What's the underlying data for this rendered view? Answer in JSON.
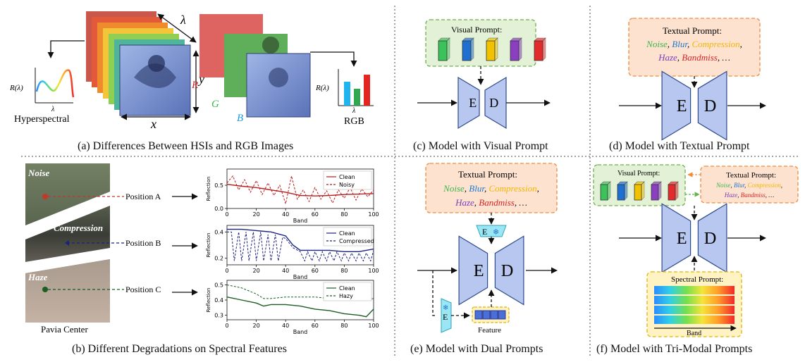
{
  "captions": {
    "a": "(a) Differences Between HSIs and RGB Images",
    "b": "(b) Different Degradations on Spectral Features",
    "c": "(c) Model with Visual Prompt",
    "d": "(d) Model with Textual Prompt",
    "e": "(e) Model with Dual Prompts",
    "f": "(f) Model with Tri-Modal Prompts"
  },
  "panel_a": {
    "lambda": "λ",
    "x": "x",
    "y": "y",
    "R": "R",
    "G": "G",
    "B": "B",
    "r_lambda": "R(λ)",
    "hyperspectral": "Hyperspectral",
    "rgb": "RGB"
  },
  "panel_b": {
    "image_caption": "Pavia Center",
    "regions": [
      "Noise",
      "Compression",
      "Haze"
    ],
    "positions": [
      "Position A",
      "Position B",
      "Position C"
    ]
  },
  "encoder": "E",
  "decoder": "D",
  "visual_prompt": "Visual Prompt:",
  "textual_prompt": "Textual Prompt:",
  "spectral_prompt": "Spectral Prompt:",
  "band_label": "Band",
  "feature_label": "Feature",
  "snowflake": "❄",
  "degradations": {
    "line1": [
      {
        "text": "Noise",
        "color": "#3ab54a"
      },
      {
        "text": ", ",
        "color": "#111111"
      },
      {
        "text": "Blur",
        "color": "#1f77d0"
      },
      {
        "text": ", ",
        "color": "#111111"
      },
      {
        "text": "Compression",
        "color": "#f2b705"
      },
      {
        "text": ",",
        "color": "#111111"
      }
    ],
    "line2": [
      {
        "text": "Haze",
        "color": "#7b3fb3"
      },
      {
        "text": ", ",
        "color": "#111111"
      },
      {
        "text": "Bandmiss",
        "color": "#d62728"
      },
      {
        "text": ", …",
        "color": "#111111"
      }
    ]
  },
  "cube_colors": [
    "#3cc25a",
    "#1f6fd1",
    "#f2c200",
    "#8a3fc0",
    "#e32b2b"
  ],
  "chart_data": [
    {
      "type": "line",
      "title": "",
      "xlabel": "Band",
      "ylabel": "Reflection",
      "xlim": [
        0,
        100
      ],
      "ylim": [
        0.0,
        0.85
      ],
      "yticks": [
        0.0,
        0.5
      ],
      "xticks": [
        0,
        20,
        40,
        60,
        80,
        100
      ],
      "legend": "top-right",
      "series": [
        {
          "name": "Clean",
          "style": "solid",
          "color": "#b71c1c",
          "x": [
            0,
            10,
            20,
            30,
            40,
            50,
            60,
            70,
            80,
            90,
            100
          ],
          "y": [
            0.52,
            0.48,
            0.45,
            0.4,
            0.35,
            0.28,
            0.27,
            0.28,
            0.3,
            0.31,
            0.32
          ]
        },
        {
          "name": "Noisy",
          "style": "dashed",
          "color": "#b71c1c",
          "x": [
            0,
            4,
            8,
            12,
            16,
            20,
            24,
            28,
            32,
            36,
            40,
            44,
            48,
            52,
            56,
            60,
            64,
            68,
            72,
            76,
            80,
            84,
            88,
            92,
            96,
            100
          ],
          "y": [
            0.55,
            0.7,
            0.4,
            0.62,
            0.35,
            0.6,
            0.3,
            0.55,
            0.28,
            0.5,
            0.1,
            0.7,
            0.2,
            0.4,
            0.15,
            0.45,
            0.2,
            0.38,
            0.12,
            0.4,
            0.22,
            0.45,
            0.18,
            0.42,
            0.25,
            0.4
          ]
        }
      ]
    },
    {
      "type": "line",
      "title": "",
      "xlabel": "Band",
      "ylabel": "Reflection",
      "xlim": [
        0,
        100
      ],
      "ylim": [
        0.15,
        0.45
      ],
      "yticks": [
        0.2,
        0.4
      ],
      "xticks": [
        0,
        20,
        40,
        60,
        80,
        100
      ],
      "legend": "top-right",
      "series": [
        {
          "name": "Clean",
          "style": "solid",
          "color": "#1a237e",
          "x": [
            0,
            10,
            20,
            30,
            40,
            45,
            50,
            60,
            70,
            80,
            90,
            100
          ],
          "y": [
            0.42,
            0.42,
            0.41,
            0.4,
            0.37,
            0.3,
            0.26,
            0.26,
            0.26,
            0.25,
            0.25,
            0.27
          ]
        },
        {
          "name": "Compressed",
          "style": "dashed",
          "color": "#1a237e",
          "x": [
            0,
            3,
            5,
            8,
            10,
            13,
            15,
            18,
            20,
            23,
            25,
            28,
            30,
            33,
            35,
            38,
            40,
            45,
            50,
            53,
            55,
            58,
            60,
            63,
            65,
            68,
            70,
            73,
            75,
            78,
            80,
            83,
            85,
            88,
            90,
            93,
            95,
            98,
            100
          ],
          "y": [
            0.4,
            0.4,
            0.18,
            0.4,
            0.18,
            0.4,
            0.18,
            0.4,
            0.18,
            0.4,
            0.18,
            0.38,
            0.18,
            0.38,
            0.18,
            0.36,
            0.35,
            0.28,
            0.25,
            0.18,
            0.25,
            0.18,
            0.25,
            0.18,
            0.25,
            0.18,
            0.25,
            0.18,
            0.25,
            0.18,
            0.24,
            0.18,
            0.24,
            0.18,
            0.24,
            0.18,
            0.24,
            0.18,
            0.26
          ]
        }
      ]
    },
    {
      "type": "line",
      "title": "",
      "xlabel": "Band",
      "ylabel": "Reflection",
      "xlim": [
        0,
        100
      ],
      "ylim": [
        0.27,
        0.53
      ],
      "yticks": [
        0.3,
        0.4,
        0.5
      ],
      "xticks": [
        0,
        20,
        40,
        60,
        80,
        100
      ],
      "legend": "top-right",
      "series": [
        {
          "name": "Clean",
          "style": "solid",
          "color": "#1b5e20",
          "x": [
            0,
            10,
            20,
            25,
            30,
            40,
            50,
            60,
            70,
            80,
            90,
            95,
            100
          ],
          "y": [
            0.42,
            0.4,
            0.38,
            0.36,
            0.37,
            0.37,
            0.36,
            0.34,
            0.33,
            0.31,
            0.3,
            0.29,
            0.34
          ]
        },
        {
          "name": "Hazy",
          "style": "dashed",
          "color": "#1b5e20",
          "x": [
            0,
            10,
            20,
            25,
            30,
            40,
            50,
            60,
            70,
            80,
            90,
            95,
            100
          ],
          "y": [
            0.5,
            0.48,
            0.44,
            0.41,
            0.41,
            0.42,
            0.42,
            0.42,
            0.41,
            0.4,
            0.4,
            0.4,
            0.41
          ]
        }
      ]
    }
  ]
}
